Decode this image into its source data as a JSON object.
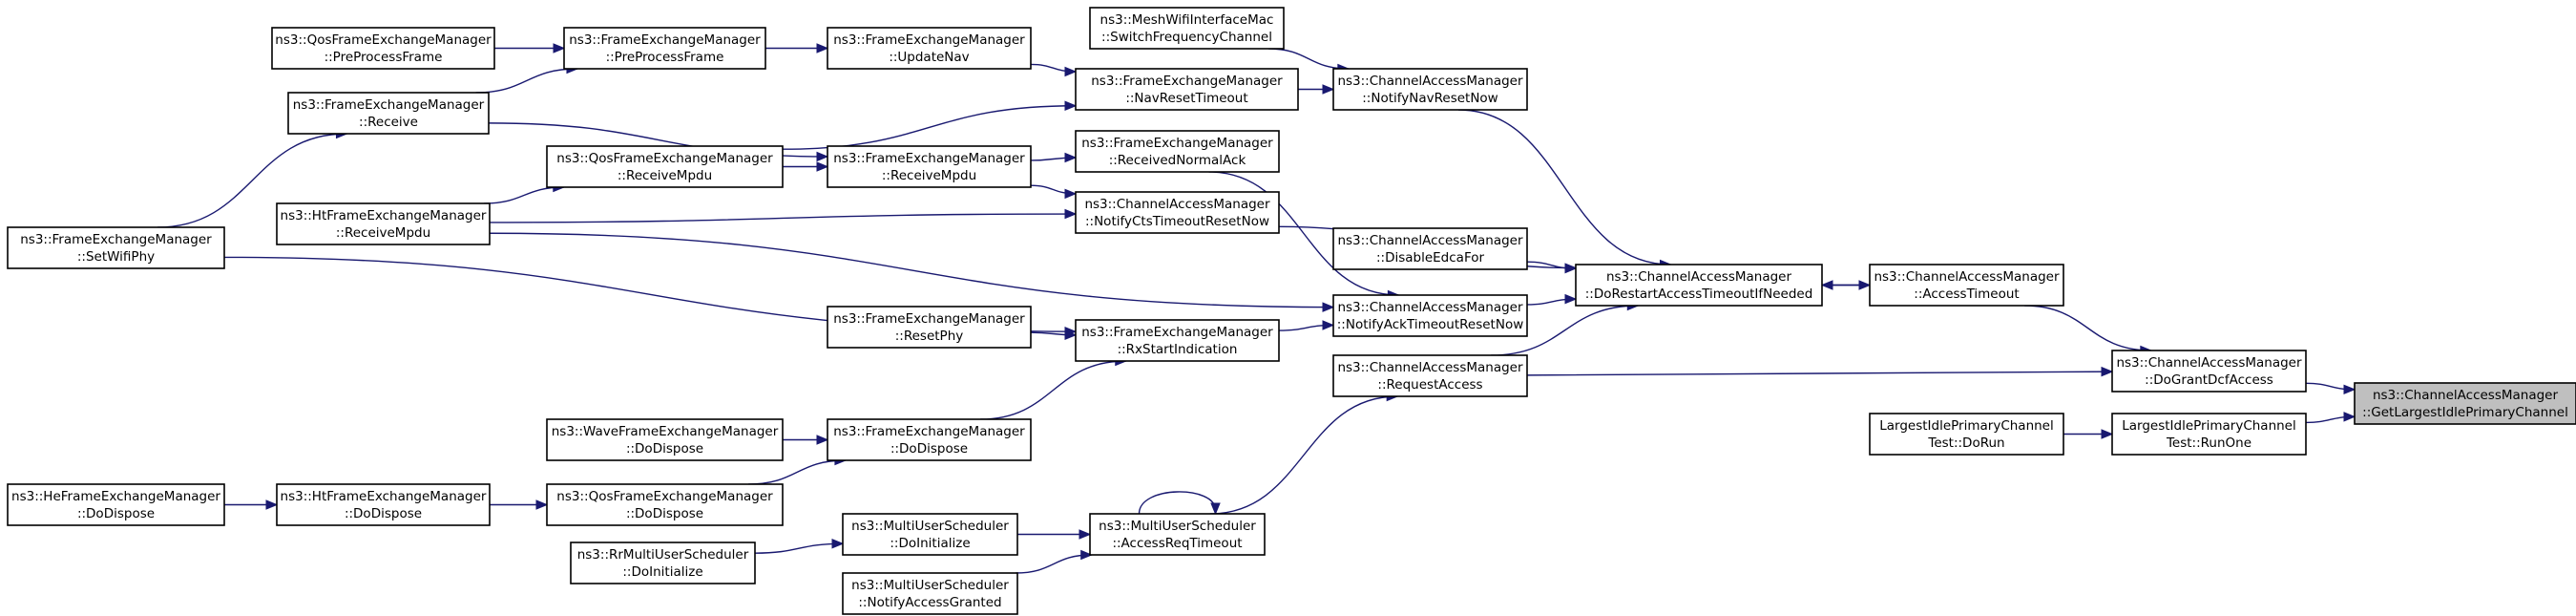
{
  "graph": {
    "nodes": [
      {
        "id": "root",
        "lines": [
          "ns3::ChannelAccessManager",
          "::GetLargestIdlePrimaryChannel"
        ],
        "root": true
      },
      {
        "id": "dograntdcf",
        "lines": [
          "ns3::ChannelAccessManager",
          "::DoGrantDcfAccess"
        ]
      },
      {
        "id": "runone",
        "lines": [
          "LargestIdlePrimaryChannel",
          "Test::RunOne"
        ]
      },
      {
        "id": "dorun",
        "lines": [
          "LargestIdlePrimaryChannel",
          "Test::DoRun"
        ]
      },
      {
        "id": "accesstimeout",
        "lines": [
          "ns3::ChannelAccessManager",
          "::AccessTimeout"
        ]
      },
      {
        "id": "requestaccess",
        "lines": [
          "ns3::ChannelAccessManager",
          "::RequestAccess"
        ]
      },
      {
        "id": "dorestart",
        "lines": [
          "ns3::ChannelAccessManager",
          "::DoRestartAccessTimeoutIfNeeded"
        ]
      },
      {
        "id": "notifynavreset",
        "lines": [
          "ns3::ChannelAccessManager",
          "::NotifyNavResetNow"
        ]
      },
      {
        "id": "switchfreq",
        "lines": [
          "ns3::MeshWifiInterfaceMac",
          "::SwitchFrequencyChannel"
        ]
      },
      {
        "id": "navresettimeout",
        "lines": [
          "ns3::FrameExchangeManager",
          "::NavResetTimeout"
        ]
      },
      {
        "id": "updatenav",
        "lines": [
          "ns3::FrameExchangeManager",
          "::UpdateNav"
        ]
      },
      {
        "id": "fem_preprocess",
        "lines": [
          "ns3::FrameExchangeManager",
          "::PreProcessFrame"
        ]
      },
      {
        "id": "qos_preprocess",
        "lines": [
          "ns3::QosFrameExchangeManager",
          "::PreProcessFrame"
        ]
      },
      {
        "id": "fem_receive",
        "lines": [
          "ns3::FrameExchangeManager",
          "::Receive"
        ]
      },
      {
        "id": "setwifiphy",
        "lines": [
          "ns3::FrameExchangeManager",
          "::SetWifiPhy"
        ]
      },
      {
        "id": "receivednormalack",
        "lines": [
          "ns3::FrameExchangeManager",
          "::ReceivedNormalAck"
        ]
      },
      {
        "id": "fem_receivempdu",
        "lines": [
          "ns3::FrameExchangeManager",
          "::ReceiveMpdu"
        ]
      },
      {
        "id": "qos_receivempdu",
        "lines": [
          "ns3::QosFrameExchangeManager",
          "::ReceiveMpdu"
        ]
      },
      {
        "id": "ht_receivempdu",
        "lines": [
          "ns3::HtFrameExchangeManager",
          "::ReceiveMpdu"
        ]
      },
      {
        "id": "notifycts",
        "lines": [
          "ns3::ChannelAccessManager",
          "::NotifyCtsTimeoutResetNow"
        ]
      },
      {
        "id": "disableedca",
        "lines": [
          "ns3::ChannelAccessManager",
          "::DisableEdcaFor"
        ]
      },
      {
        "id": "notifyack",
        "lines": [
          "ns3::ChannelAccessManager",
          "::NotifyAckTimeoutResetNow"
        ]
      },
      {
        "id": "rxstart",
        "lines": [
          "ns3::FrameExchangeManager",
          "::RxStartIndication"
        ]
      },
      {
        "id": "resetphy",
        "lines": [
          "ns3::FrameExchangeManager",
          "::ResetPhy"
        ]
      },
      {
        "id": "fem_dodispose",
        "lines": [
          "ns3::FrameExchangeManager",
          "::DoDispose"
        ]
      },
      {
        "id": "wave_dodispose",
        "lines": [
          "ns3::WaveFrameExchangeManager",
          "::DoDispose"
        ]
      },
      {
        "id": "qos_dodispose",
        "lines": [
          "ns3::QosFrameExchangeManager",
          "::DoDispose"
        ]
      },
      {
        "id": "ht_dodispose",
        "lines": [
          "ns3::HtFrameExchangeManager",
          "::DoDispose"
        ]
      },
      {
        "id": "he_dodispose",
        "lines": [
          "ns3::HeFrameExchangeManager",
          "::DoDispose"
        ]
      },
      {
        "id": "accessreqtimeout",
        "lines": [
          "ns3::MultiUserScheduler",
          "::AccessReqTimeout"
        ]
      },
      {
        "id": "mus_doinit",
        "lines": [
          "ns3::MultiUserScheduler",
          "::DoInitialize"
        ]
      },
      {
        "id": "rr_doinit",
        "lines": [
          "ns3::RrMultiUserScheduler",
          "::DoInitialize"
        ]
      },
      {
        "id": "notifygranted",
        "lines": [
          "ns3::MultiUserScheduler",
          "::NotifyAccessGranted"
        ]
      }
    ],
    "edges": [
      {
        "from": "dograntdcf",
        "to": "root"
      },
      {
        "from": "runone",
        "to": "root"
      },
      {
        "from": "dorun",
        "to": "runone"
      },
      {
        "from": "accesstimeout",
        "to": "dograntdcf"
      },
      {
        "from": "requestaccess",
        "to": "dograntdcf"
      },
      {
        "from": "dorestart",
        "to": "accesstimeout"
      },
      {
        "from": "accesstimeout",
        "to": "dorestart"
      },
      {
        "from": "notifynavreset",
        "to": "dorestart"
      },
      {
        "from": "notifycts",
        "to": "dorestart"
      },
      {
        "from": "disableedca",
        "to": "dorestart"
      },
      {
        "from": "notifyack",
        "to": "dorestart"
      },
      {
        "from": "requestaccess",
        "to": "dorestart"
      },
      {
        "from": "switchfreq",
        "to": "notifynavreset"
      },
      {
        "from": "navresettimeout",
        "to": "notifynavreset"
      },
      {
        "from": "updatenav",
        "to": "navresettimeout"
      },
      {
        "from": "qos_receivempdu",
        "to": "navresettimeout"
      },
      {
        "from": "fem_preprocess",
        "to": "updatenav"
      },
      {
        "from": "qos_preprocess",
        "to": "fem_preprocess"
      },
      {
        "from": "fem_receive",
        "to": "fem_preprocess"
      },
      {
        "from": "setwifiphy",
        "to": "fem_receive"
      },
      {
        "from": "fem_receive",
        "to": "fem_receivempdu"
      },
      {
        "from": "qos_receivempdu",
        "to": "fem_receivempdu"
      },
      {
        "from": "ht_receivempdu",
        "to": "qos_receivempdu"
      },
      {
        "from": "fem_receivempdu",
        "to": "receivednormalack"
      },
      {
        "from": "fem_receivempdu",
        "to": "notifycts"
      },
      {
        "from": "ht_receivempdu",
        "to": "notifycts"
      },
      {
        "from": "receivednormalack",
        "to": "notifyack"
      },
      {
        "from": "ht_receivempdu",
        "to": "notifyack"
      },
      {
        "from": "rxstart",
        "to": "notifyack"
      },
      {
        "from": "setwifiphy",
        "to": "rxstart"
      },
      {
        "from": "resetphy",
        "to": "rxstart"
      },
      {
        "from": "fem_dodispose",
        "to": "rxstart"
      },
      {
        "from": "wave_dodispose",
        "to": "fem_dodispose"
      },
      {
        "from": "qos_dodispose",
        "to": "fem_dodispose"
      },
      {
        "from": "ht_dodispose",
        "to": "qos_dodispose"
      },
      {
        "from": "he_dodispose",
        "to": "ht_dodispose"
      },
      {
        "from": "accessreqtimeout",
        "to": "requestaccess"
      },
      {
        "from": "accessreqtimeout",
        "to": "accessreqtimeout"
      },
      {
        "from": "mus_doinit",
        "to": "accessreqtimeout"
      },
      {
        "from": "notifygranted",
        "to": "accessreqtimeout"
      },
      {
        "from": "rr_doinit",
        "to": "mus_doinit"
      }
    ]
  }
}
